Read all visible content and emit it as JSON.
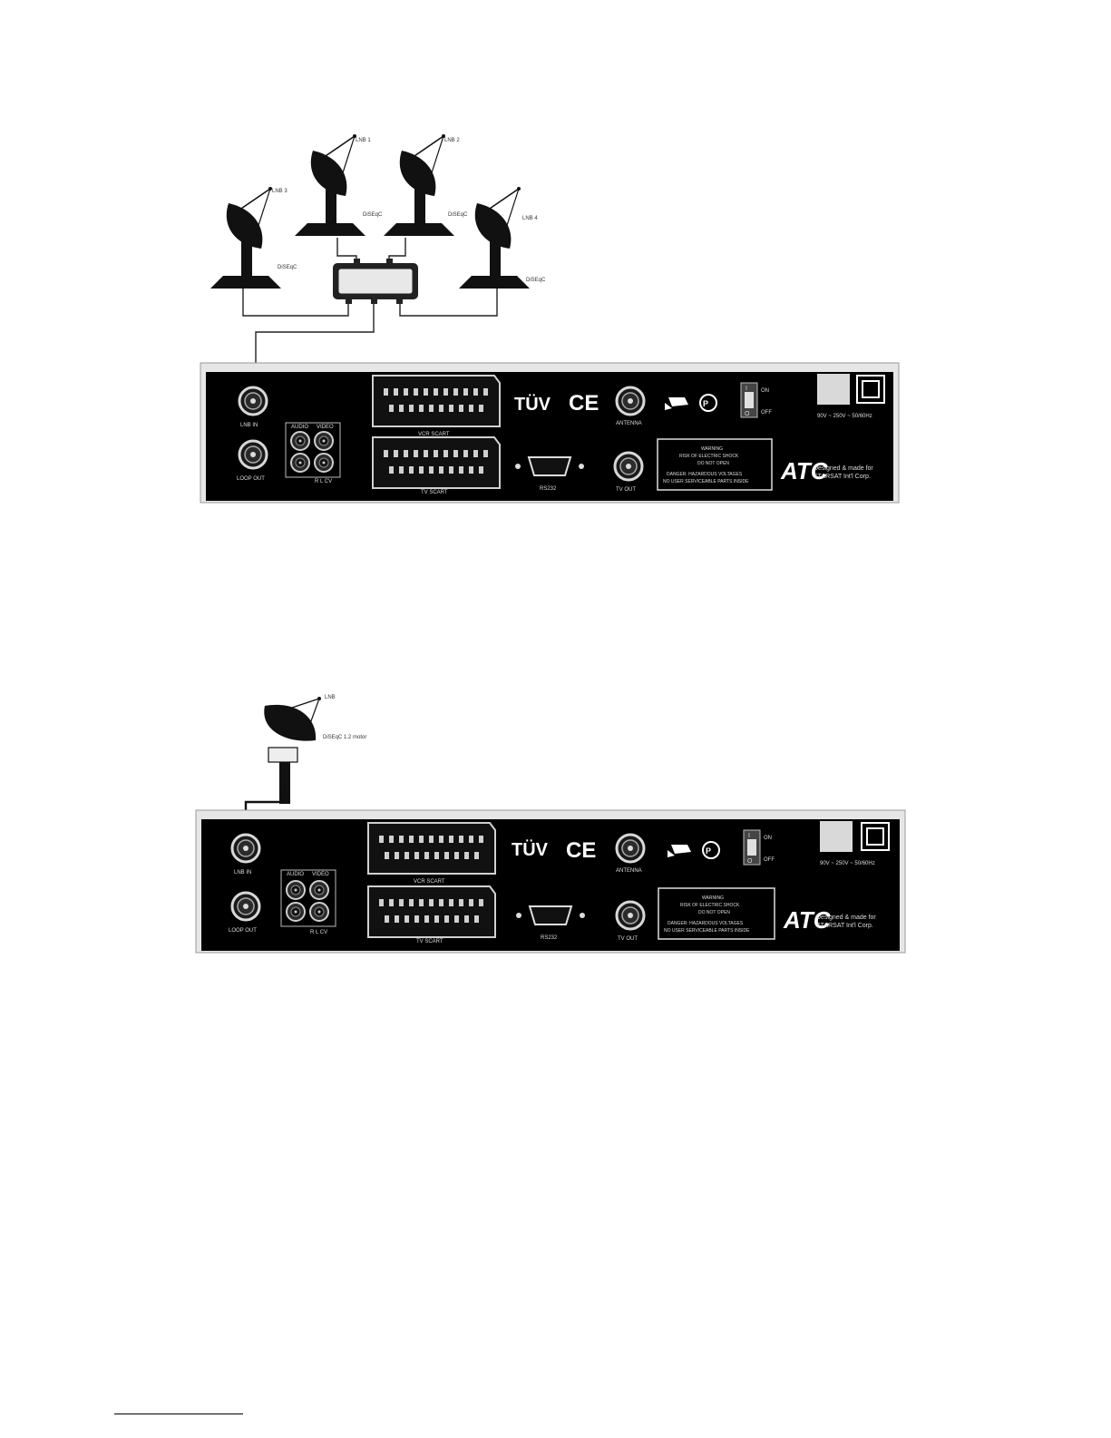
{
  "diagram1": {
    "dishes": [
      {
        "lnb": "LNB 3",
        "switch_port": "DiSEqC"
      },
      {
        "lnb": "LNB 1",
        "switch_port": "DiSEqC"
      },
      {
        "lnb": "LNB 2",
        "switch_port": "DiSEqC"
      },
      {
        "lnb": "LNB 4",
        "switch_port": "DiSEqC"
      }
    ]
  },
  "diagram2": {
    "dish": {
      "lnb": "LNB",
      "switch_port": "DiSEqC 1.2 motor"
    }
  },
  "panel": {
    "lnb_in": "LNB IN",
    "loop_out": "LOOP OUT",
    "audio": "AUDIO",
    "video": "VIDEO",
    "rca_group": "R L CV",
    "vcr_scart": "VCR SCART",
    "tv_scart": "TV SCART",
    "antenna": "ANTENNA",
    "rs232": "RS232",
    "tv_out": "TV OUT",
    "switch_on": "ON",
    "switch_off": "OFF",
    "switch_i": "I",
    "switch_o": "O",
    "power": "90V ~ 250V ~  50/60Hz",
    "warning_title": "WARNING",
    "warning_line1": "RISK OF ELECTRIC SHOCK",
    "warning_line2": "DO NOT OPEN",
    "warning_line3": "DANGER: HAZARDOUS VOLTAGES",
    "warning_line4": "NO USER SERVICEABLE PARTS INSIDE",
    "tuv": "TÜV",
    "ce": "CE",
    "brand_mark": "ATC",
    "designed_line1": "Designed & made for",
    "designed_line2": "STARSAT Int'l Corp."
  }
}
